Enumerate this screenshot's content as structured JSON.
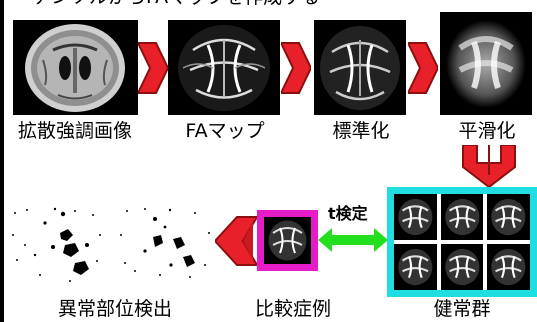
{
  "top_partial_text": "テンソルからFAマップを作成する",
  "steps": [
    {
      "label": "拡散強調画像",
      "icon": "dwi-brain"
    },
    {
      "label": "FAマップ",
      "icon": "fa-map-brain"
    },
    {
      "label": "標準化",
      "icon": "normalized-brain"
    },
    {
      "label": "平滑化",
      "icon": "smoothed-brain"
    }
  ],
  "ttest_label": "t検定",
  "groups": {
    "patient_label": "比較症例",
    "healthy_label": "健常群",
    "result_label": "異常部位検出"
  },
  "colors": {
    "arrow_red": "#e8202a",
    "arrow_outline": "#8a1010",
    "double_arrow_green": "#22e01c",
    "patient_frame": "#e61cc9",
    "healthy_frame": "#1fdde0"
  }
}
